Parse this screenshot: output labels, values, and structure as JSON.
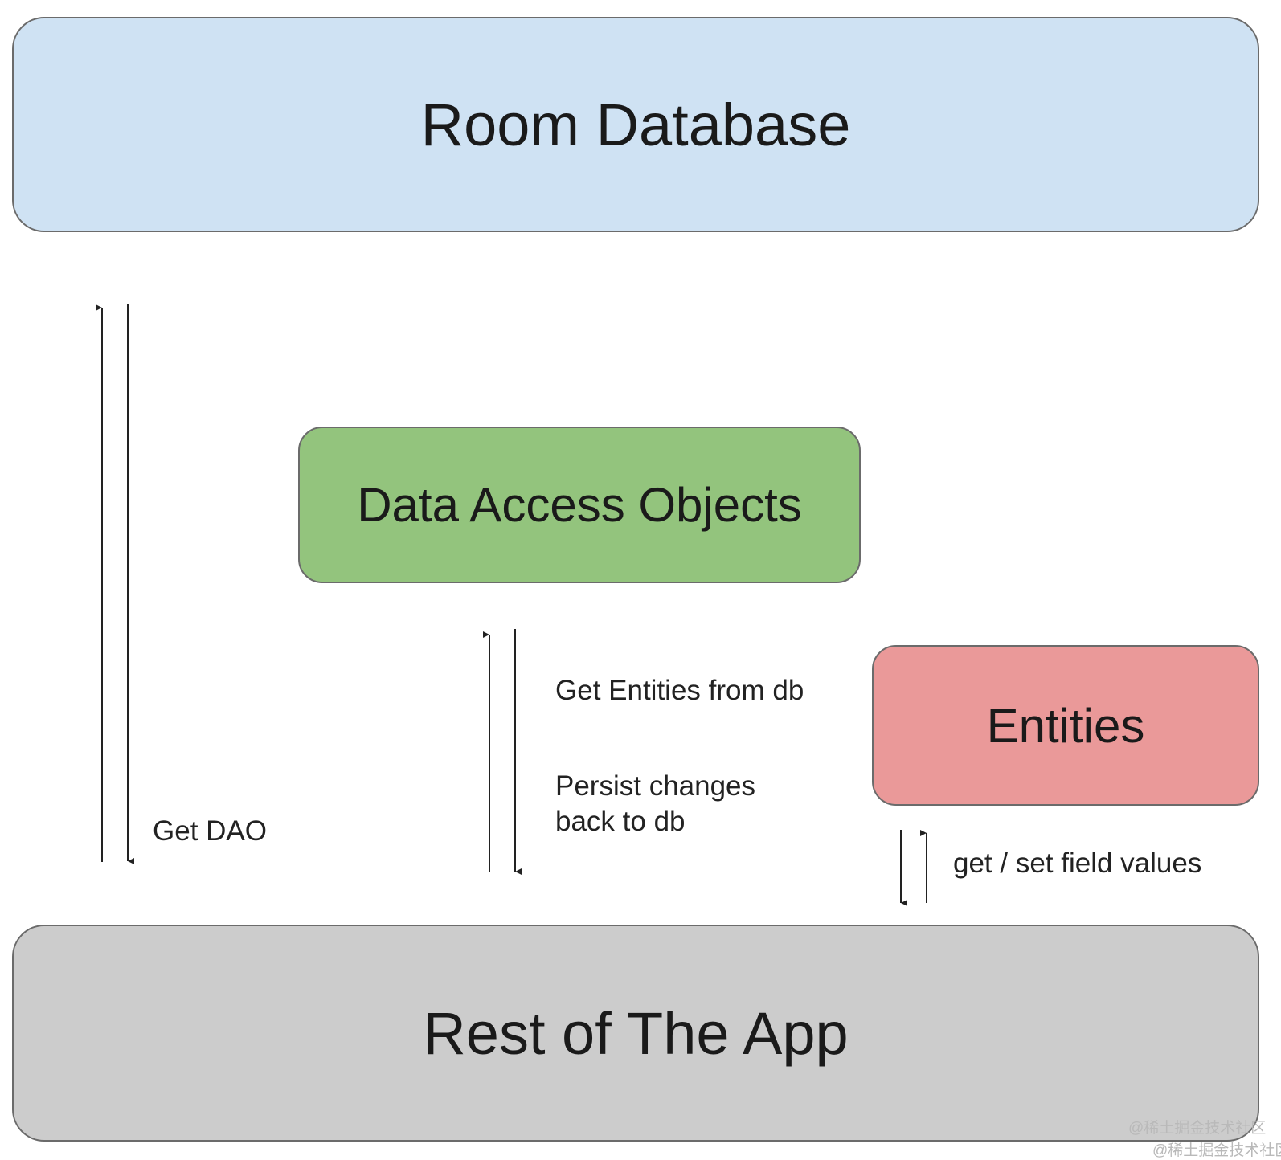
{
  "boxes": {
    "room_database": "Room Database",
    "data_access_objects": "Data Access Objects",
    "entities": "Entities",
    "rest_of_app": "Rest of The App"
  },
  "edges": {
    "get_dao": "Get DAO",
    "get_entities": "Get Entities from db",
    "persist_changes": "Persist changes\nback to db",
    "field_values": "get / set field values"
  },
  "colors": {
    "room_database": "#cfe2f3",
    "data_access_objects": "#93c47d",
    "entities": "#ea9999",
    "rest_of_app": "#cccccc"
  },
  "watermark": {
    "line1": "@稀土掘金技术社区",
    "line2": "@稀土掘金技术社区"
  }
}
